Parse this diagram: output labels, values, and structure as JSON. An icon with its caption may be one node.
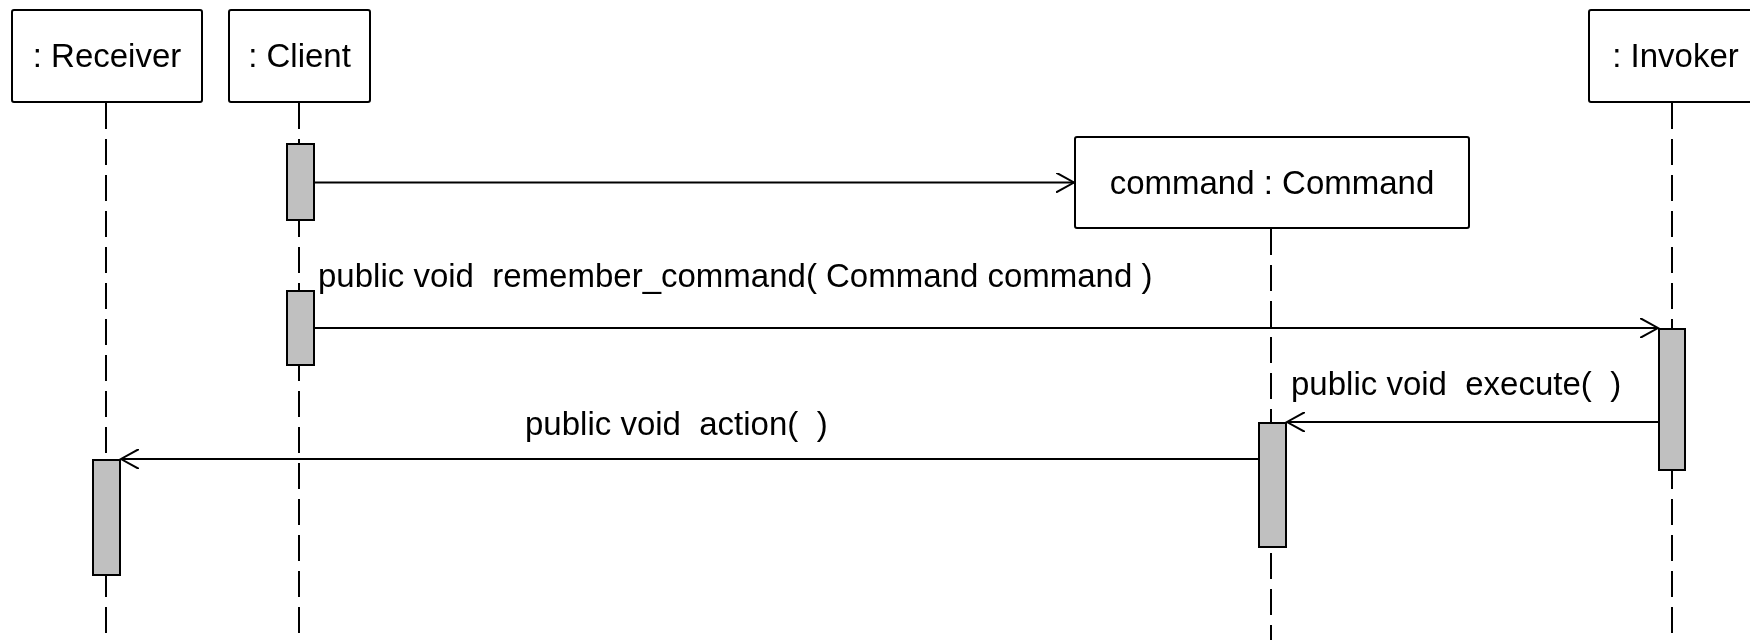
{
  "diagram": {
    "nodes": [
      {
        "text": [
          ": Receiver"
        ]
      },
      {
        "text": [
          ": Client"
        ]
      },
      {
        "text": [
          ": Invoker"
        ]
      },
      {
        "text": [],
        "shape": "bar"
      },
      {
        "text": [
          "command : Command"
        ]
      },
      {
        "text": [],
        "shape": "bar"
      },
      {
        "text": [],
        "shape": "bar"
      },
      {
        "text": [],
        "shape": "bar"
      },
      {
        "text": [],
        "shape": "bar"
      }
    ],
    "edges": [
      {
        "from": 3,
        "to": 4,
        "arrow": "to"
      },
      {
        "from": 5,
        "to": 6,
        "arrow": "to",
        "label": "public void  remember_command( Command command )"
      },
      {
        "from": 6,
        "to": 7,
        "arrow": "to",
        "label": "public void  execute(  )"
      },
      {
        "from": 7,
        "to": 8,
        "arrow": "to",
        "label": "public void  action(  )"
      }
    ]
  }
}
